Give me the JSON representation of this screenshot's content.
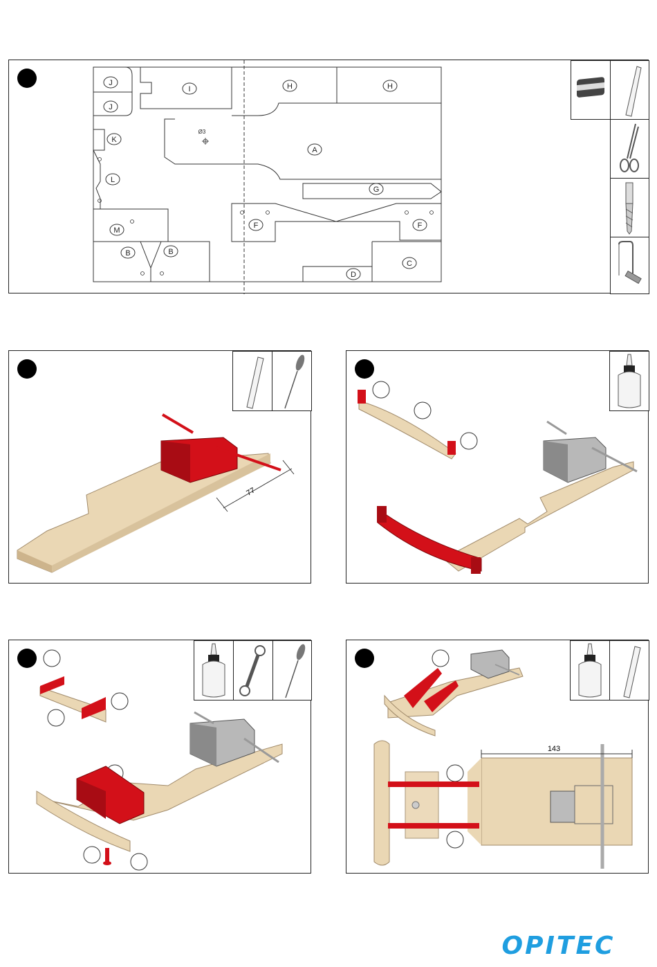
{
  "panel1": {
    "parts": [
      "J",
      "J",
      "I",
      "H",
      "H",
      "K",
      "A",
      "L",
      "G",
      "M",
      "F",
      "F",
      "B",
      "B",
      "C",
      "D"
    ],
    "hole_label": "Ø3"
  },
  "panel2": {
    "dimension": "77"
  },
  "panel6": {
    "dimension": "143"
  },
  "brand": {
    "logo": "OPITEC"
  },
  "colors": {
    "accent": "#e3101b",
    "wood": "#ead7b4",
    "metal": "#a8a8a8",
    "logo": "#1f9ee0"
  },
  "icons": [
    "sandpaper-icon",
    "file-icon",
    "scissors-icon",
    "drill-bit-icon",
    "coping-saw-icon",
    "screwdriver-icon",
    "glue-bottle-icon",
    "wrench-icon"
  ]
}
